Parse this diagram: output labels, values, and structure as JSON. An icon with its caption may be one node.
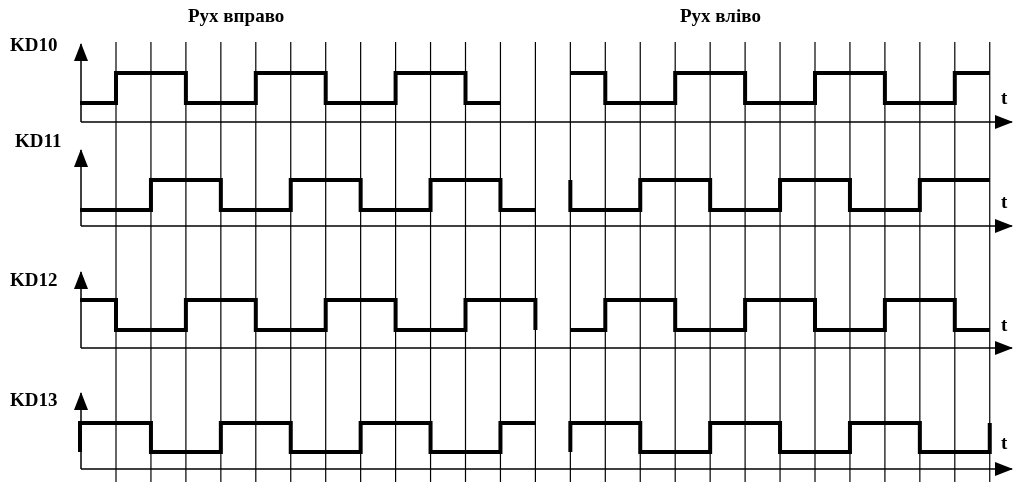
{
  "diagram": {
    "labels": [
      "Рух вправо",
      "Рух вліво",
      "KD10",
      "t",
      "KD11",
      "t",
      "KD12",
      "t",
      "KD13",
      "t"
    ]
  }
}
